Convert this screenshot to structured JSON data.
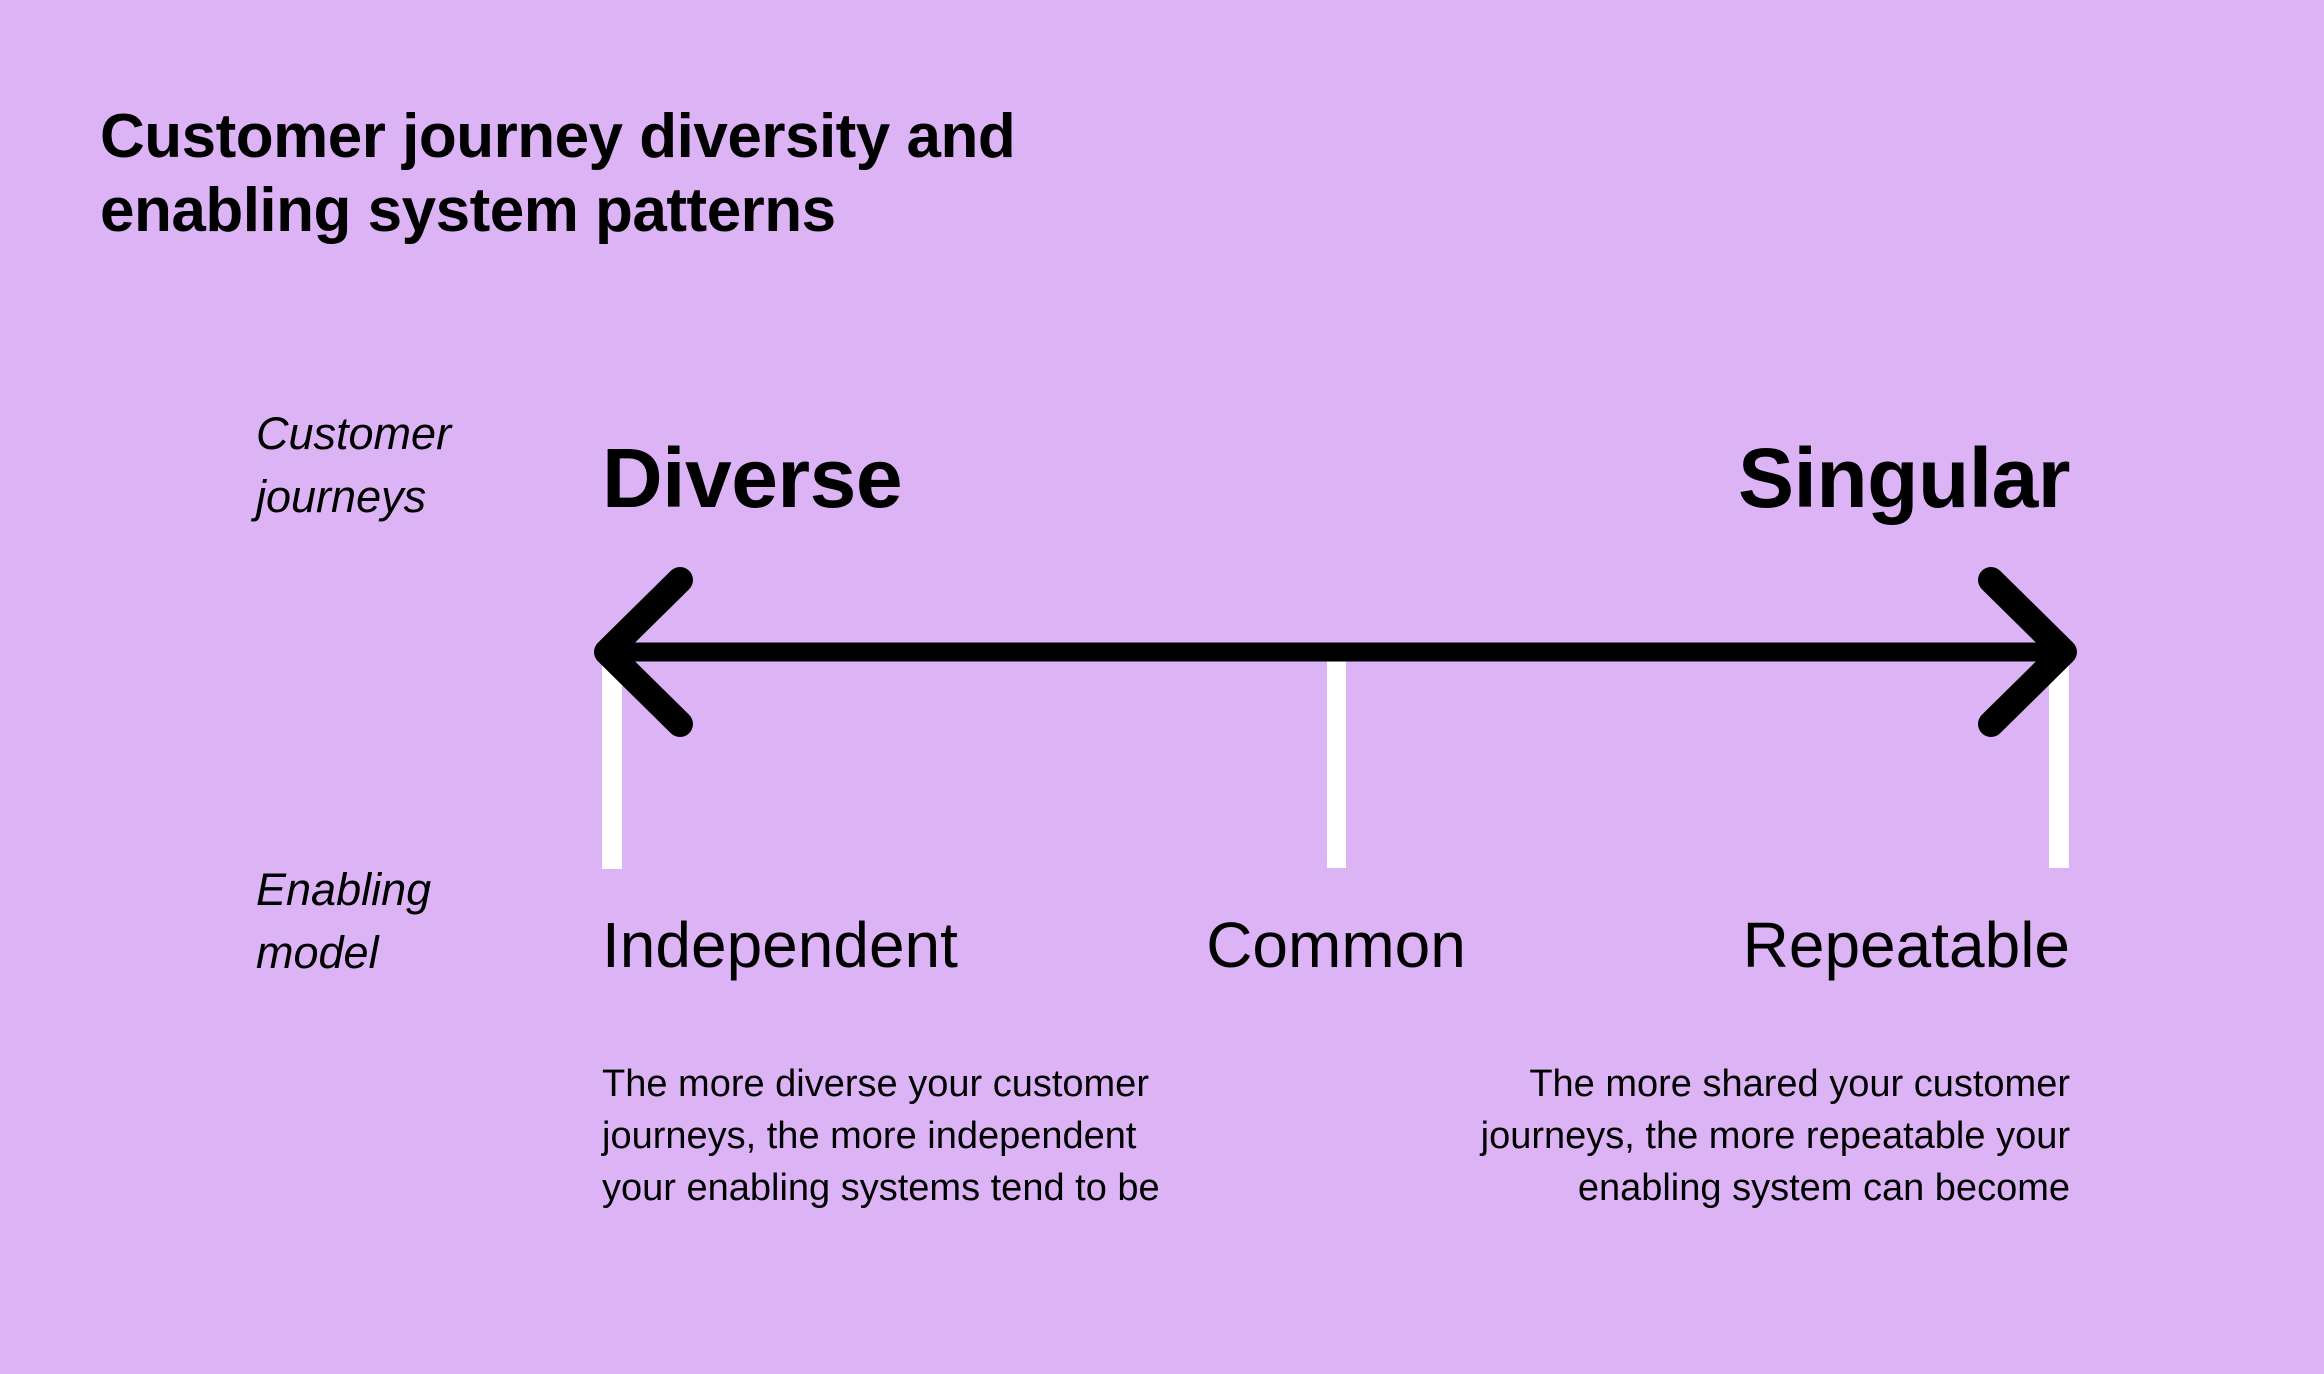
{
  "colors": {
    "background": "#dcb4f6",
    "text": "#000000",
    "arrow": "#000000",
    "tick": "#ffffff"
  },
  "title": "Customer journey diversity and\nenabling system patterns",
  "axis": {
    "row_label_top": "Customer\njourneys",
    "row_label_bottom": "Enabling\nmodel",
    "left_extreme": "Diverse",
    "right_extreme": "Singular"
  },
  "enabling_models": [
    {
      "label": "Independent",
      "description": "The more diverse your customer\njourneys, the more independent\nyour enabling systems tend to be"
    },
    {
      "label": "Common",
      "description": ""
    },
    {
      "label": "Repeatable",
      "description": "The more shared your customer\njourneys, the more repeatable your\nenabling system can become"
    }
  ]
}
